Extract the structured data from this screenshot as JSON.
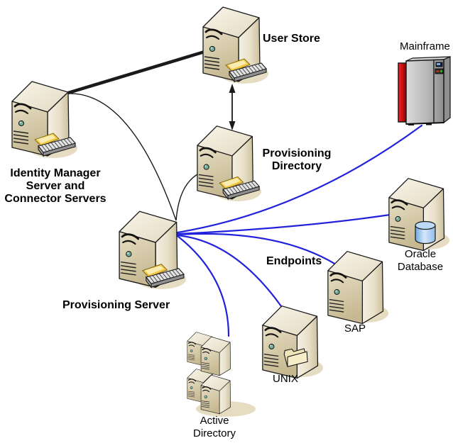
{
  "diagram": {
    "background": "#ffffff",
    "region_label": {
      "text": "Endpoints"
    },
    "nodes": [
      {
        "id": "user-store",
        "icon": "tower-server-keyboard-icon",
        "lines": [
          "User Store"
        ]
      },
      {
        "id": "mainframe",
        "icon": "mainframe-icon",
        "lines": [
          "Mainframe"
        ]
      },
      {
        "id": "identity-manager",
        "icon": "tower-server-keyboard-icon",
        "lines": [
          "Identity Manager",
          "Server and",
          "Connector Servers"
        ]
      },
      {
        "id": "provisioning-directory",
        "icon": "tower-server-keyboard-icon",
        "lines": [
          "Provisioning",
          "Directory"
        ]
      },
      {
        "id": "provisioning-server",
        "icon": "tower-server-keyboard-icon",
        "lines": [
          "Provisioning Server"
        ]
      },
      {
        "id": "oracle-database",
        "icon": "tower-server-database-icon",
        "lines": [
          "Oracle",
          "Database"
        ]
      },
      {
        "id": "sap",
        "icon": "tower-server-icon",
        "lines": [
          "SAP"
        ]
      },
      {
        "id": "unix",
        "icon": "tower-server-folder-icon",
        "lines": [
          "UNIX"
        ]
      },
      {
        "id": "active-directory",
        "icon": "server-cluster-icon",
        "lines": [
          "Active",
          "Directory"
        ]
      }
    ],
    "connections": [
      {
        "from": "identity-manager",
        "to": "user-store",
        "style": "thick-line"
      },
      {
        "from": "user-store",
        "to": "provisioning-directory",
        "style": "double-arrow"
      },
      {
        "from": "identity-manager",
        "to": "provisioning-server",
        "style": "thin-curve"
      },
      {
        "from": "provisioning-server",
        "to": "provisioning-directory",
        "style": "thin-curve"
      },
      {
        "from": "provisioning-server",
        "to": "mainframe",
        "style": "endpoint-curve"
      },
      {
        "from": "provisioning-server",
        "to": "oracle-database",
        "style": "endpoint-curve"
      },
      {
        "from": "provisioning-server",
        "to": "sap",
        "style": "endpoint-curve"
      },
      {
        "from": "provisioning-server",
        "to": "unix",
        "style": "endpoint-curve"
      },
      {
        "from": "provisioning-server",
        "to": "active-directory",
        "style": "endpoint-curve"
      }
    ],
    "colors": {
      "endpoint_link": "#2222DD",
      "internal_link": "#1a1a1a",
      "server_beige": "#D8CCAC",
      "mainframe_red": "#CC1111",
      "database_blue": "#A9CCF0",
      "paper_yellow": "#F2C63F"
    }
  }
}
